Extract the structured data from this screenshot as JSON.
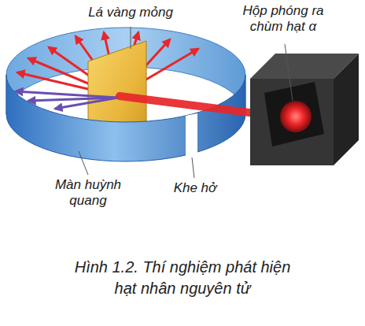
{
  "diagram": {
    "caption": "Hình 1.2. Thí nghiệm phát hiện hạt nhân nguyên tử",
    "labels": [
      "Lá vàng mỏng",
      "Hộp phóng ra chùm hạt α",
      "Màn huỳnh quang",
      "Khe hở"
    ]
  }
}
